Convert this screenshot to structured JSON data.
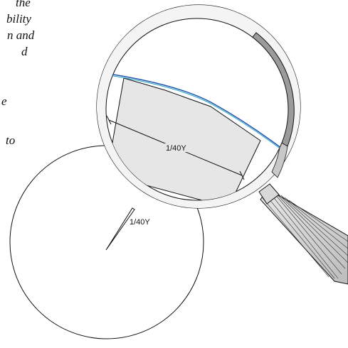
{
  "text_fragments": [
    "the",
    "bility",
    "n and",
    "d",
    "e",
    "to"
  ],
  "labels": {
    "magnified_angle": "1/40Υ",
    "small_angle": "1/40Υ"
  },
  "colors": {
    "arc_outer": "#1e4fb0",
    "arc_inner": "#19a0b8",
    "wedge_fill": "#e6e6e6",
    "lens_rim": "#cfcfcf",
    "handle": "#cfcfcf"
  }
}
